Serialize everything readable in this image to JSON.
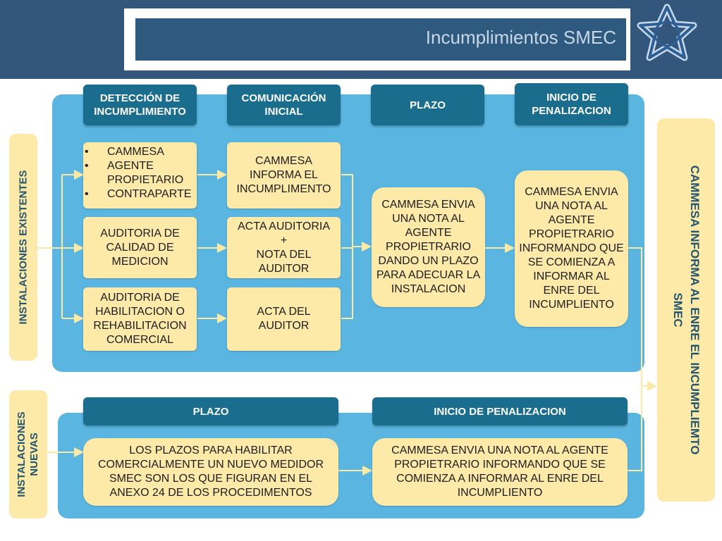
{
  "title": "Incumplimientos SMEC",
  "colors": {
    "header_band": "#33567c",
    "panel": "#5ab6e0",
    "header_box": "#1b6d8e",
    "content_box": "#fde9a8",
    "connector": "#fbeaa5"
  },
  "icons": {
    "logo": "star-ring-logo"
  },
  "side_labels": {
    "existing": "INSTALACIONES   EXISTENTES",
    "new_line1": "INSTALACIONES",
    "new_line2": "NUEVAS",
    "enre_line1": "CAMMESA INFORMA AL ENRE EL INCUMPLIEMTO",
    "enre_line2": "SMEC"
  },
  "existing": {
    "headers": [
      {
        "line1": "DETECCIÓN DE",
        "line2": "INCUMPLIMIENTO"
      },
      {
        "line1": "COMUNICACIÓN",
        "line2": "INICIAL"
      },
      {
        "line1": "PLAZO",
        "line2": ""
      },
      {
        "line1": "INICIO DE",
        "line2": "PENALIZACION"
      }
    ],
    "detection_bullets": [
      "CAMMESA",
      "AGENTE PROPIETARIO",
      "CONTRAPARTE"
    ],
    "detection_audit_quality": "AUDITORIA DE CALIDAD DE MEDICION",
    "detection_audit_habilitation": "AUDITORIA DE HABILITACION O REHABILITACION COMERCIAL",
    "comm_cammesa": "CAMMESA INFORMA EL INCUMPLIMENTO",
    "comm_acta_line1": "ACTA AUDITORIA",
    "comm_acta_line2": "+",
    "comm_acta_line3": "NOTA DEL AUDITOR",
    "comm_acta_auditor": "ACTA DEL AUDITOR",
    "plazo_text": "CAMMESA ENVIA UNA NOTA  AL AGENTE PROPIETRARIO DANDO UN PLAZO PARA ADECUAR LA INSTALACION",
    "penal_text": "CAMMESA ENVIA UNA NOTA  AL AGENTE PROPIETRARIO INFORMANDO QUE SE COMIENZA A INFORMAR AL ENRE DEL INCUMPLIENTO"
  },
  "new": {
    "header_plazo": "PLAZO",
    "header_penal": "INICIO DE PENALIZACION",
    "plazo_text": "LOS PLAZOS PARA HABILITAR COMERCIALMENTE UN NUEVO MEDIDOR SMEC SON LOS QUE FIGURAN EN EL ANEXO 24 DE LOS PROCEDIMENTOS",
    "penal_text": "CAMMESA ENVIA UNA NOTA  AL AGENTE PROPIETRARIO INFORMANDO QUE SE COMIENZA A INFORMAR AL ENRE DEL INCUMPLIENTO"
  }
}
